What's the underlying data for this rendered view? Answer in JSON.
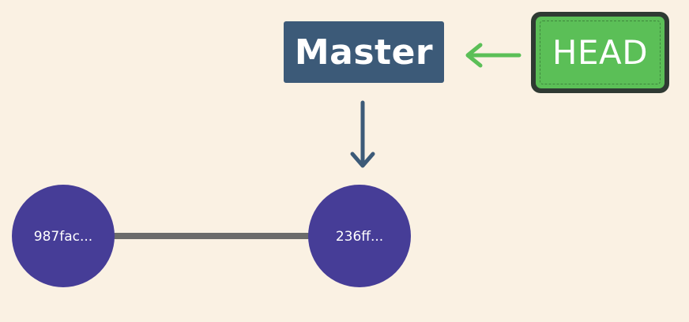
{
  "diagram": {
    "branch": {
      "label": "Master"
    },
    "head": {
      "label": "HEAD"
    },
    "commits": [
      {
        "hash": "987fac..."
      },
      {
        "hash": "236ff..."
      }
    ]
  },
  "colors": {
    "background": "#faf1e3",
    "branch_fill": "#3c5a78",
    "head_fill": "#5bbf57",
    "head_border": "#2f3a33",
    "head_arrow": "#5bbf57",
    "branch_arrow": "#3c5a78",
    "commit_fill": "#463d97",
    "commit_edge": "#6b6b6b"
  },
  "icons": {
    "head_to_branch": "arrow-left-icon",
    "branch_to_commit": "arrow-down-icon"
  }
}
